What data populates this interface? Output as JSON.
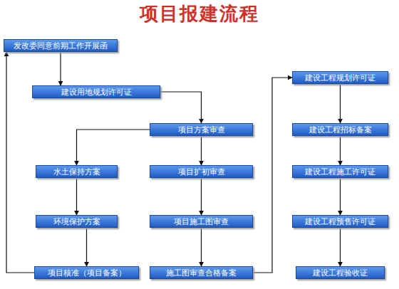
{
  "diagram": {
    "title": "项目报建流程",
    "nodes": [
      {
        "text": [
          "发改委同意前期工作开展函"
        ]
      },
      {
        "text": [
          "建设用地规划许可证"
        ]
      },
      {
        "text": [
          "项目方案审查"
        ]
      },
      {
        "text": [
          "水土保持方案"
        ]
      },
      {
        "text": [
          "环境保护方案"
        ]
      },
      {
        "text": [
          "项目核准（项目备案）"
        ]
      },
      {
        "text": [
          "项目扩初审查"
        ]
      },
      {
        "text": [
          "项目施工图审查"
        ]
      },
      {
        "text": [
          "施工图审查合格备案"
        ]
      },
      {
        "text": [
          "建设工程规划许可证"
        ]
      },
      {
        "text": [
          "建设工程招标备案"
        ]
      },
      {
        "text": [
          "建设工程施工许可证"
        ]
      },
      {
        "text": [
          "建设工程预售许可证"
        ]
      },
      {
        "text": [
          "建设工程验收证"
        ]
      }
    ],
    "edges": [
      {
        "from": 0,
        "to": 1,
        "arrow": "to"
      },
      {
        "from": 1,
        "to": 2,
        "arrow": "to"
      },
      {
        "from": 2,
        "to": 3,
        "arrow": "to"
      },
      {
        "from": 3,
        "to": 4,
        "arrow": "to"
      },
      {
        "from": 4,
        "to": 5,
        "arrow": "to"
      },
      {
        "from": 5,
        "to": 0,
        "arrow": "to"
      },
      {
        "from": 2,
        "to": 6,
        "arrow": "to"
      },
      {
        "from": 6,
        "to": 7,
        "arrow": "to"
      },
      {
        "from": 7,
        "to": 8,
        "arrow": "to"
      },
      {
        "from": 8,
        "to": 9,
        "arrow": "to"
      },
      {
        "from": 9,
        "to": 10,
        "arrow": "to"
      },
      {
        "from": 10,
        "to": 11,
        "arrow": "to"
      },
      {
        "from": 11,
        "to": 12,
        "arrow": "to"
      },
      {
        "from": 12,
        "to": 13,
        "arrow": "to"
      }
    ]
  }
}
